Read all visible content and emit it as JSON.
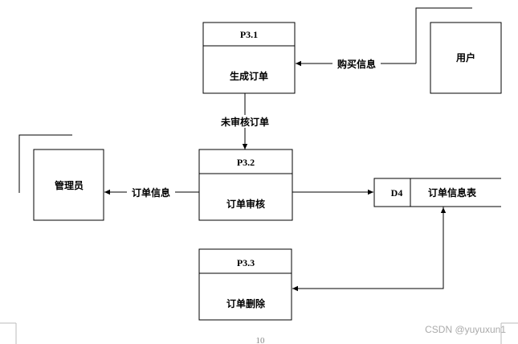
{
  "processes": [
    {
      "id": "P3.1",
      "name": "生成订单"
    },
    {
      "id": "P3.2",
      "name": "订单审核"
    },
    {
      "id": "P3.3",
      "name": "订单删除"
    }
  ],
  "entities": {
    "user": "用户",
    "admin": "管理员"
  },
  "datastore": {
    "id": "D4",
    "name": "订单信息表"
  },
  "flows": {
    "purchase_info": "购买信息",
    "unreviewed_order": "未审核订单",
    "order_info": "订单信息"
  },
  "footer": {
    "page_number": "10",
    "watermark": "CSDN @yuyuxun1"
  }
}
